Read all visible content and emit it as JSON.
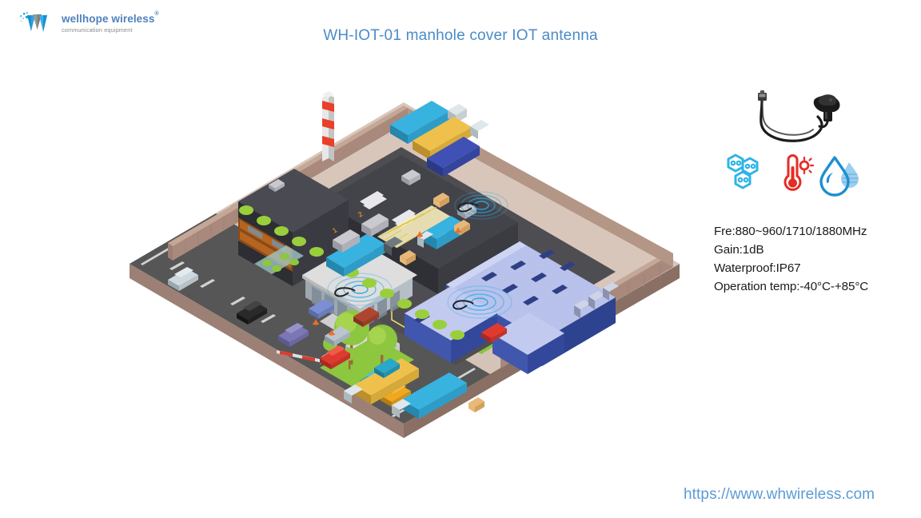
{
  "brand": {
    "name": "wellhope wireless",
    "registered": "®",
    "tagline": "communication equipment",
    "logo_icon": "wellhope-w-logo",
    "logo_colors": {
      "blue": "#29a3e0",
      "gray": "#8c8c8c",
      "text": "#4f81bd"
    }
  },
  "title": "WH-IOT-01 manhole cover IOT antenna",
  "title_color": "#4a8bc8",
  "product": {
    "photo_alt": "WH-IOT-01 manhole cover antenna with coaxial cable and connector",
    "icons": [
      {
        "name": "hexagon-molecule-icon",
        "label": "material structure",
        "color": "#2cb4e8"
      },
      {
        "name": "thermometer-sun-icon",
        "label": "temperature range",
        "color": "#e62c25"
      },
      {
        "name": "water-drop-icon",
        "label": "waterproof",
        "color": "#1e8fd0"
      }
    ]
  },
  "specs": [
    "Fre:880~960/1710/1880MHz",
    "Gain:1dB",
    "Waterproof:IP67",
    "Operation temp:-40°C-+85°C"
  ],
  "spec_fields": {
    "frequency_label": "Fre",
    "frequency_value": "880~960/1710/1880MHz",
    "gain_label": "Gain",
    "gain_value": "1dB",
    "waterproof_label": "Waterproof",
    "waterproof_value": "IP67",
    "temp_label": "Operation temp",
    "temp_value": "-40°C-+85°C",
    "temp_min": "-40",
    "temp_max": "+85",
    "degree_unit": "°C"
  },
  "url": "https://www.whwireless.com",
  "url_color": "#5b9bd5",
  "illustration": {
    "name": "isometric-industrial-logistics-park",
    "description": "Isometric industrial park with dark factory building, blue warehouse, trucks, cars, road, trees and IOT signal waves from manhole covers",
    "palette": {
      "ground_top": "#d9c6bb",
      "ground_wall": "#a8897b",
      "asphalt": "#4a4a4a",
      "road": "#595959",
      "factory_dark": "#3c3c42",
      "factory_roof": "#46464d",
      "factory_orange": "#b5651f",
      "warehouse_roof": "#b9c3ec",
      "warehouse_wall": "#3a52a8",
      "grass": "#8dc63f",
      "tree": "#7fbb2e",
      "signal": "#29a8e0",
      "lane_yellow": "#f2dd70",
      "stack_red": "#e8402a"
    },
    "elements": [
      {
        "name": "factory-building",
        "label": "dark factory"
      },
      {
        "name": "smokestack",
        "label": "red-white striped chimney"
      },
      {
        "name": "office-annex",
        "label": "glass office annex"
      },
      {
        "name": "blue-warehouse",
        "label": "blue warehouse"
      },
      {
        "name": "loading-docks",
        "label": "loading docks"
      },
      {
        "name": "gatehouse",
        "label": "security gatehouse"
      },
      {
        "name": "boom-barrier",
        "label": "entry barrier"
      },
      {
        "name": "main-road",
        "label": "public road"
      },
      {
        "name": "tree-row",
        "label": "roadside tree row"
      },
      {
        "name": "signal-waves",
        "label": "IOT manhole signal waves"
      }
    ],
    "vehicles": [
      {
        "name": "truck-blue",
        "color": "#38b3e0"
      },
      {
        "name": "truck-yellow",
        "color": "#f0c04c"
      },
      {
        "name": "truck-darkblue",
        "color": "#3f51b5"
      },
      {
        "name": "car-silver",
        "color": "#b9c6cf"
      },
      {
        "name": "car-black",
        "color": "#2a2a2a"
      },
      {
        "name": "car-purple",
        "color": "#7b77b5"
      },
      {
        "name": "car-red",
        "color": "#e03a2f"
      },
      {
        "name": "car-cyan",
        "color": "#2aa8c9"
      },
      {
        "name": "car-taxi",
        "color": "#f0a81e"
      }
    ]
  }
}
